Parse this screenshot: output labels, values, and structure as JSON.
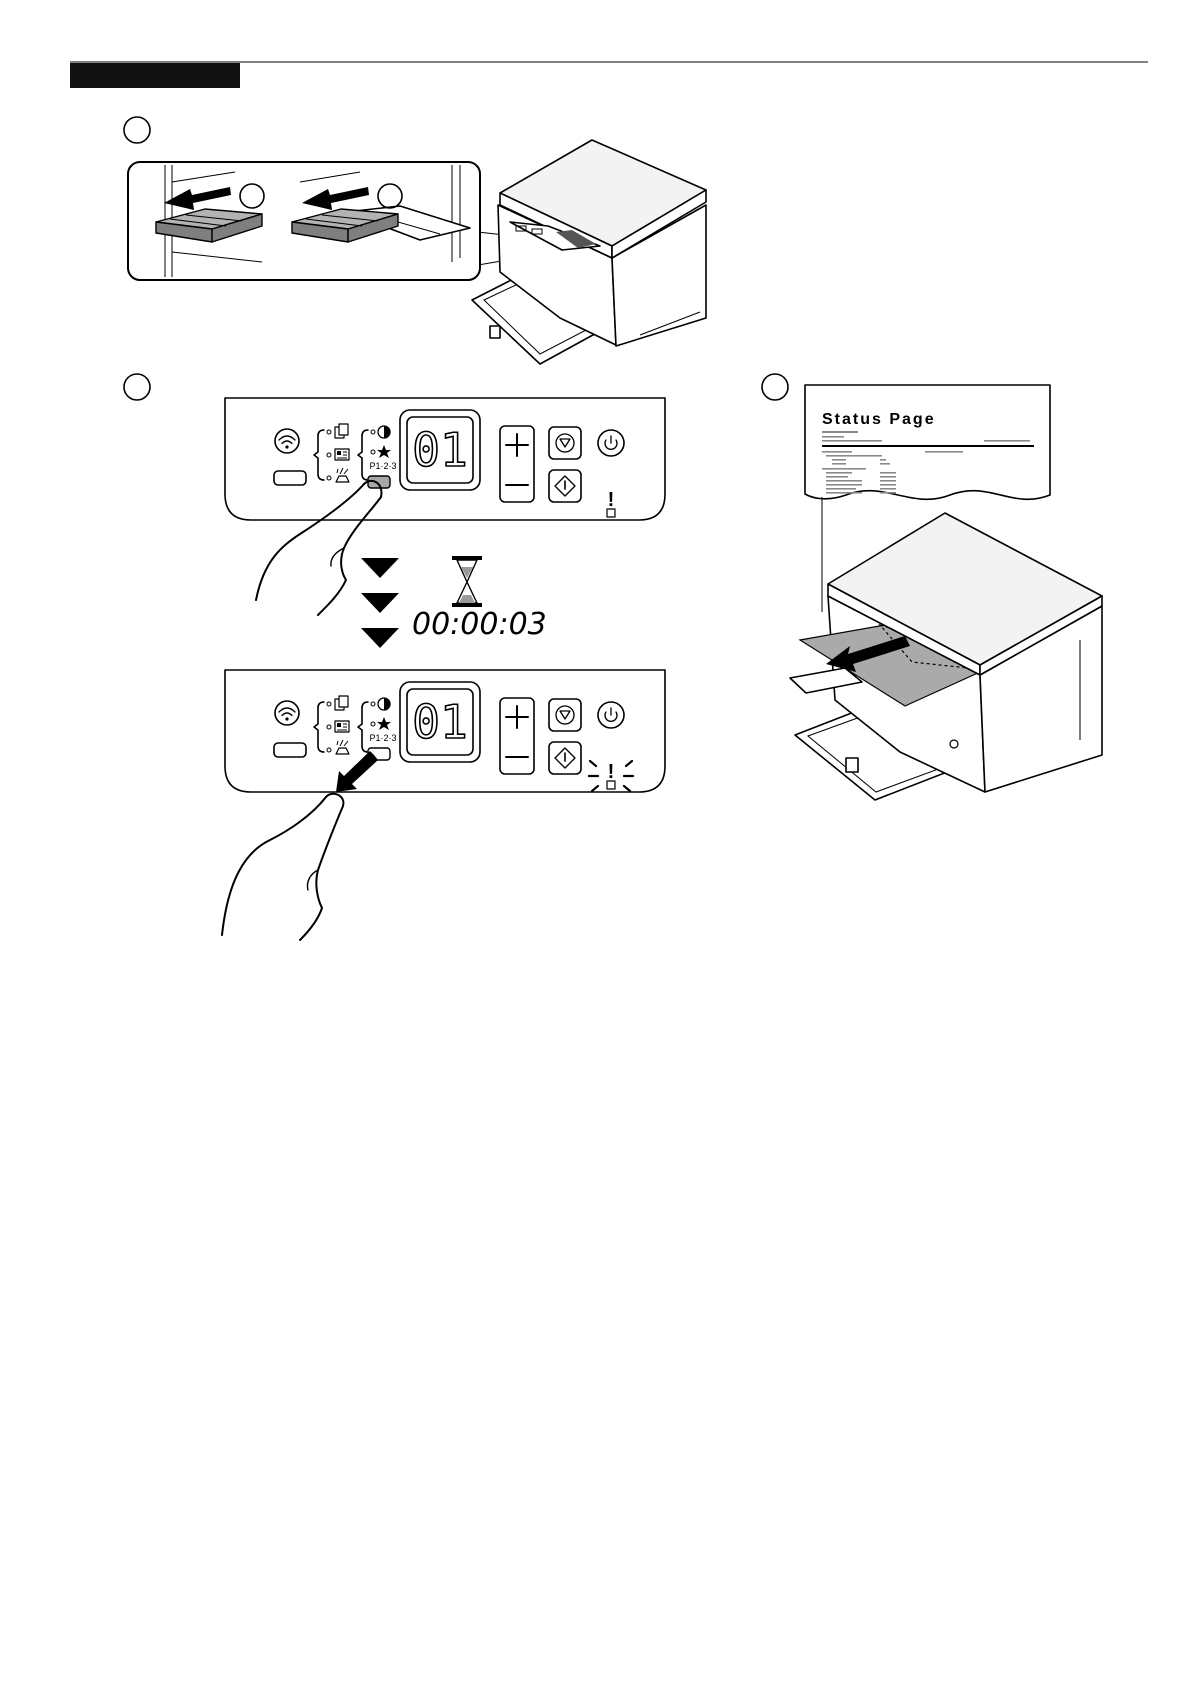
{
  "colors": {
    "ink": "#000000",
    "header_bar": "#111111",
    "extender_gray": "#b3b3b3",
    "sheet_gray": "#aaaaaa",
    "pressed_button": "#a6a6a6"
  },
  "icons": {
    "wifi": "wifi-icon",
    "copy": "copy-icon",
    "id_copy": "id-card-icon",
    "scan": "scan-icon",
    "density": "contrast-icon",
    "favorite": "star-icon",
    "plus": "plus-icon",
    "minus": "minus-icon",
    "stop": "stop-icon",
    "start": "start-icon",
    "power": "power-icon",
    "attention": "attention-icon",
    "wait": "hourglass-icon",
    "down": "down-arrow-icon"
  },
  "control_panel_before": {
    "display": "01",
    "favorite_label": "P1·2·3",
    "attention_symbol": "!"
  },
  "control_panel_after": {
    "display": "01",
    "favorite_label": "P1·2·3",
    "attention_symbol": "!"
  },
  "wait_timer": "00:00:03",
  "status_page": {
    "title": "Status Page"
  }
}
